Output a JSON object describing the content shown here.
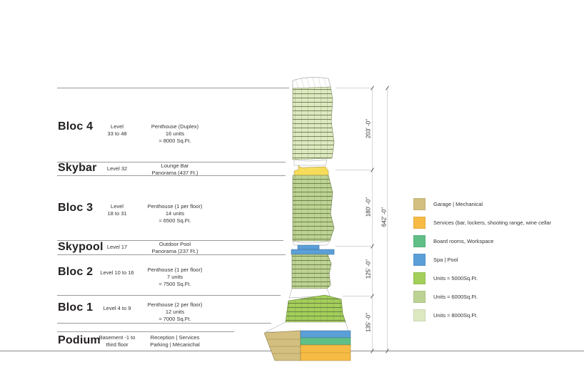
{
  "sections": [
    {
      "id": "bloc4",
      "title": "Bloc 4",
      "level": [
        "Level",
        "33 to 48"
      ],
      "desc": [
        "Penthouse (Duplex)",
        "16 units",
        "≈ 8000 Sq.Ft."
      ]
    },
    {
      "id": "skybar",
      "title": "Skybar",
      "level": [
        "Level 32"
      ],
      "desc": [
        "Lounge Bar",
        "Panorama (437 Ft.)"
      ]
    },
    {
      "id": "bloc3",
      "title": "Bloc 3",
      "level": [
        "Level",
        "18 to 31"
      ],
      "desc": [
        "Penthouse (1 per floor)",
        "14 units",
        "≈ 6500 Sq.Ft."
      ]
    },
    {
      "id": "skypool",
      "title": "Skypool",
      "level": [
        "Level 17"
      ],
      "desc": [
        "Outdoor Pool",
        "Panorama (237 Ft.)"
      ]
    },
    {
      "id": "bloc2",
      "title": "Bloc 2",
      "level": [
        "Level 10 to 16"
      ],
      "desc": [
        "Penthouse (1 per floor)",
        "7 units",
        "≈ 7500 Sq.Ft."
      ]
    },
    {
      "id": "bloc1",
      "title": "Bloc 1",
      "level": [
        "Level 4 to 9"
      ],
      "desc": [
        "Penthouse (2 per floor)",
        "12 units",
        "≈ 7000 Sq.Ft."
      ]
    },
    {
      "id": "podium",
      "title": "Podium",
      "level": [
        "Basement -1 to",
        "third floor"
      ],
      "desc": [
        "Reception | Services",
        "Parking | Mécanichal"
      ]
    }
  ],
  "dimensions": {
    "segments": [
      "203' -0''",
      "180' -0''",
      "125' -0''",
      "135' -0''"
    ],
    "total": "642' -0''"
  },
  "legend": [
    {
      "label": "Garage | Mechanical",
      "color": "#d3bf7f"
    },
    {
      "label": "Services (bar, lockers, shooting range, wine cellar",
      "color": "#f7bb45"
    },
    {
      "label": "Board rooms, Workspace",
      "color": "#5fbf87"
    },
    {
      "label": "Spa | Pool",
      "color": "#5b9fd8"
    },
    {
      "label": "Units ≈ 5000Sq.Ft.",
      "color": "#a3cf5a"
    },
    {
      "label": "Units ≈ 6000Sq.Ft.",
      "color": "#bdd393"
    },
    {
      "label": "Units ≈ 8000Sq.Ft.",
      "color": "#dde9c1"
    }
  ],
  "colors": {
    "garage": "#d3bf7f",
    "services": "#f7bb45",
    "board": "#5fbf87",
    "spa": "#5b9fd8",
    "units5000": "#a3cf5a",
    "units6000": "#bdd393",
    "units8000": "#dde9c1",
    "lines": "#9a9a9a",
    "floorline": "#5a6b3a"
  }
}
